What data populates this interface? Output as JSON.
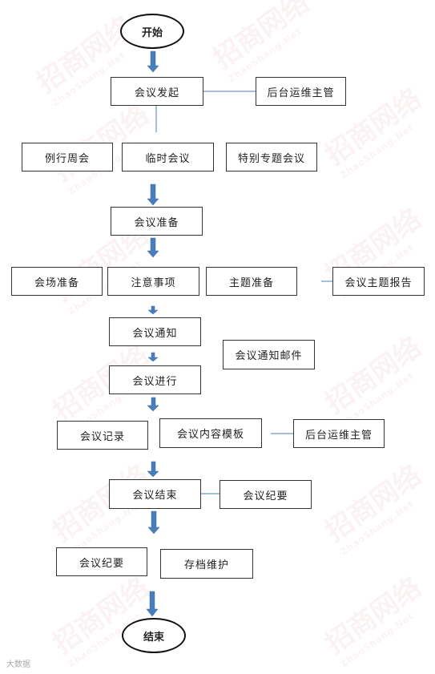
{
  "start": "开始",
  "end": "结束",
  "initiate": {
    "label": "会议发起",
    "side": "后台运维主管",
    "types": [
      "例行周会",
      "临时会议",
      "特别专题会议"
    ]
  },
  "prepare": {
    "label": "会议准备",
    "items": [
      "会场准备",
      "注意事项",
      "主题准备"
    ],
    "side": "会议主题报告"
  },
  "notice": {
    "label": "会议通知",
    "side": "会议通知邮件"
  },
  "proceed": {
    "label": "会议进行",
    "items": [
      "会议记录",
      "会议内容模板"
    ],
    "side": "后台运维主管"
  },
  "finish": {
    "label": "会议结束",
    "side": "会议纪要",
    "items": [
      "会议纪要",
      "存档维护"
    ]
  },
  "colors": {
    "arrow": "#4a7ebb",
    "border": "#333333",
    "connector": "#4a7ebb"
  },
  "footer": "大数据"
}
